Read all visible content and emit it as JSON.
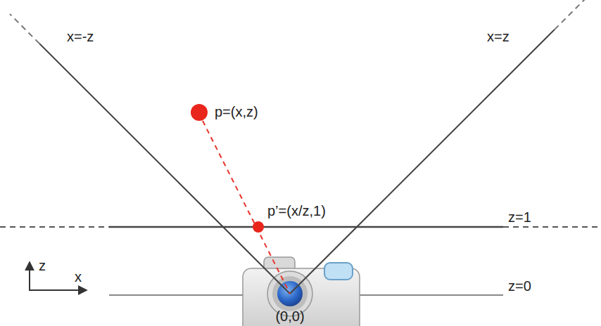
{
  "diagram": {
    "labels": [
      "x=-z",
      "x=z",
      "p=(x,z)",
      "p’=(x/z,1)",
      "z=1",
      "z=0",
      "z",
      "x",
      "(0,0)"
    ]
  }
}
